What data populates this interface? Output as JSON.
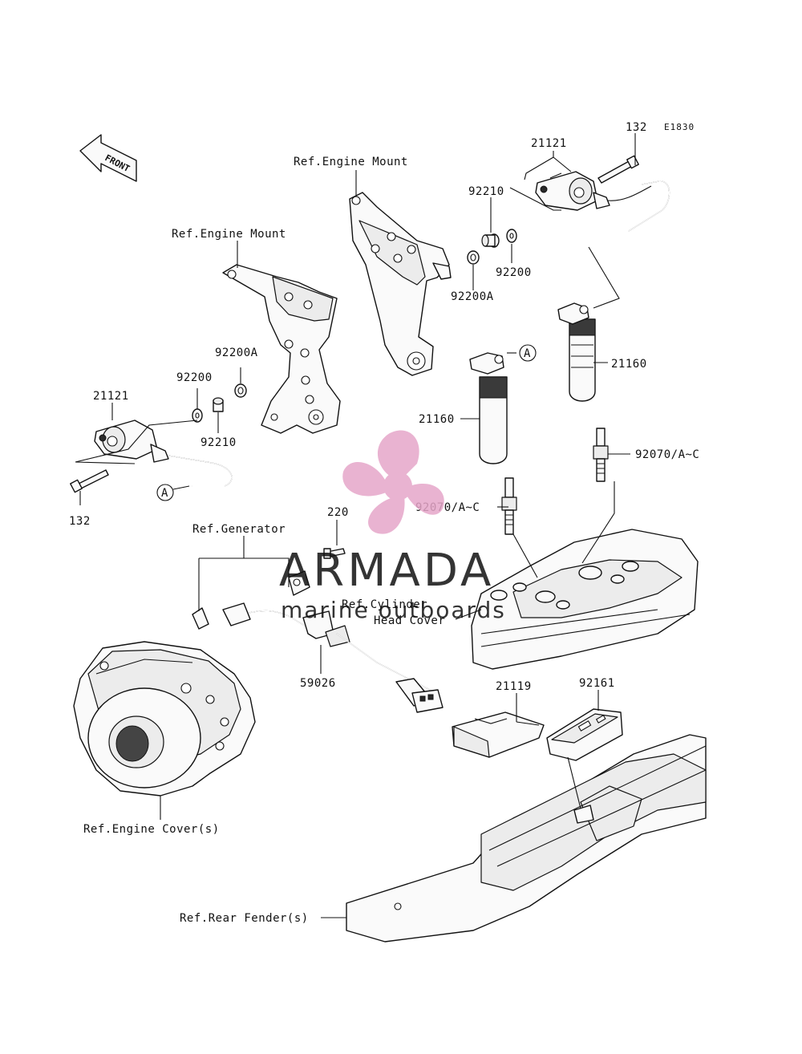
{
  "diagram": {
    "figure_code": "E1830",
    "front_marker": "FRONT",
    "callout_ref": "A",
    "references": {
      "engine_mount_top": "Ref.Engine Mount",
      "engine_mount_left": "Ref.Engine Mount",
      "generator": "Ref.Generator",
      "cylinder_head_cover_line1": "Ref.Cylinder",
      "cylinder_head_cover_line2": "Head Cover",
      "engine_cover": "Ref.Engine Cover(s)",
      "rear_fender": "Ref.Rear Fender(s)"
    },
    "parts": {
      "bolt_right": "132",
      "bolt_left": "132",
      "coil_right": "21121",
      "coil_left": "21121",
      "collar_right": "92210",
      "collar_left": "92210",
      "washer_right": "92200",
      "washer_left": "92200",
      "washer_a_right": "92200A",
      "washer_a_left": "92200A",
      "cap_right": "21160",
      "cap_left": "21160",
      "plug_right": "92070/A~C",
      "plug_left": "92070/A~C",
      "screw": "220",
      "sensor": "59026",
      "igniter": "21119",
      "bracket": "92161"
    }
  },
  "watermark": {
    "brand": "ARMADA",
    "tagline": "marine outboards",
    "colors": {
      "logo": "#e6a6c9",
      "text": "#8f8f8f"
    }
  }
}
